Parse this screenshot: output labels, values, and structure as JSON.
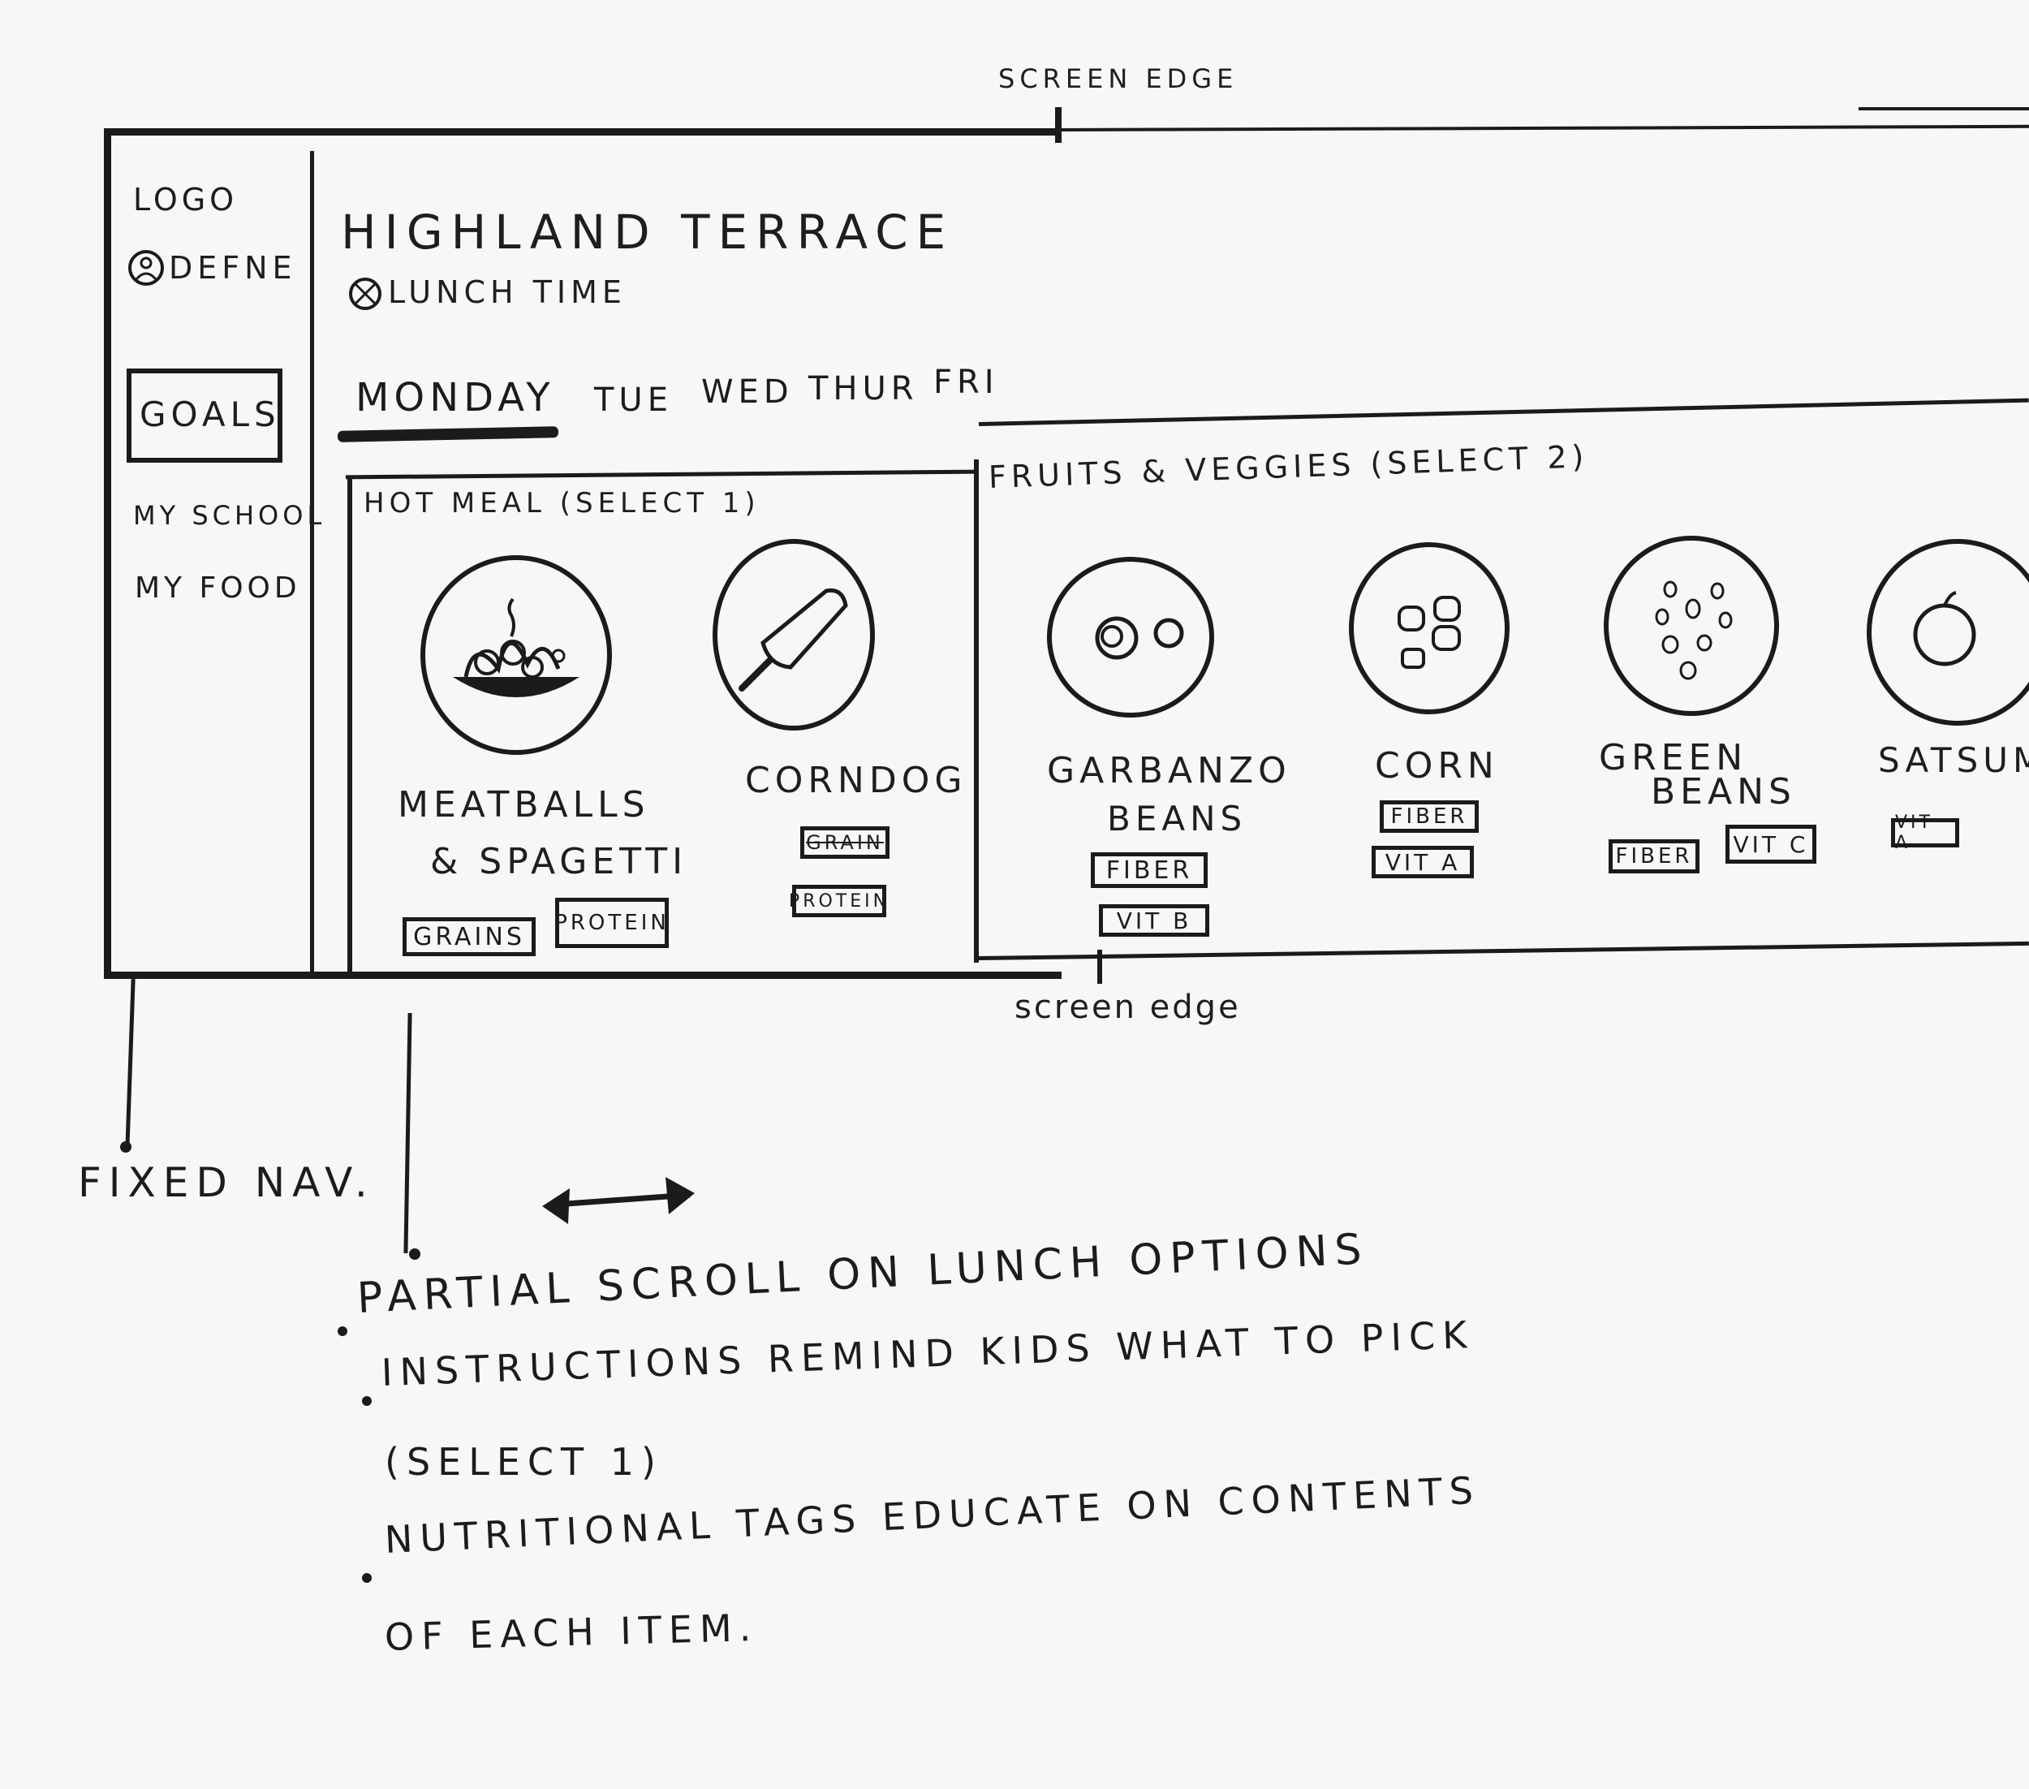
{
  "annotations": {
    "screen_edge_top": "SCREEN EDGE",
    "screen_edge_bottom": "screen edge",
    "fixed_nav": "FIXED NAV."
  },
  "sidebar": {
    "logo": "LOGO",
    "user": "DEFNE",
    "items": [
      {
        "label": "GOALS",
        "active": true
      },
      {
        "label": "MY SCHOOL"
      },
      {
        "label": "MY FOOD"
      }
    ]
  },
  "header": {
    "title": "HIGHLAND TERRACE",
    "subtitle": "LUNCH TIME"
  },
  "tabs": [
    {
      "label": "MONDAY",
      "active": true
    },
    {
      "label": "TUE"
    },
    {
      "label": "WED"
    },
    {
      "label": "THUR"
    },
    {
      "label": "FRI"
    }
  ],
  "sections": {
    "hot_meal": {
      "title": "HOT MEAL (SELECT 1)",
      "items": [
        {
          "name_line1": "MEATBALLS",
          "name_line2": "& SPAGETTI",
          "tags": [
            "GRAINS",
            "PROTEIN"
          ]
        },
        {
          "name_line1": "CORNDOG",
          "tags": [
            "GRAIN",
            "PROTEIN"
          ]
        }
      ]
    },
    "fruits_veggies": {
      "title": "FRUITS & VEGGIES (SELECT 2)",
      "items": [
        {
          "name_line1": "GARBANZO",
          "name_line2": "BEANS",
          "tags": [
            "FIBER",
            "VIT B"
          ]
        },
        {
          "name_line1": "CORN",
          "tags": [
            "FIBER",
            "VIT A"
          ]
        },
        {
          "name_line1": "GREEN",
          "name_line2": "BEANS",
          "tags": [
            "FIBER",
            "VIT C"
          ]
        },
        {
          "name_line1": "SATSUMA",
          "tags": [
            "VIT A"
          ]
        }
      ]
    }
  },
  "notes": [
    "PARTIAL SCROLL ON LUNCH OPTIONS",
    "INSTRUCTIONS REMIND KIDS WHAT TO PICK",
    "(SELECT 1)",
    "NUTRITIONAL TAGS EDUCATE ON CONTENTS",
    "OF EACH ITEM."
  ]
}
